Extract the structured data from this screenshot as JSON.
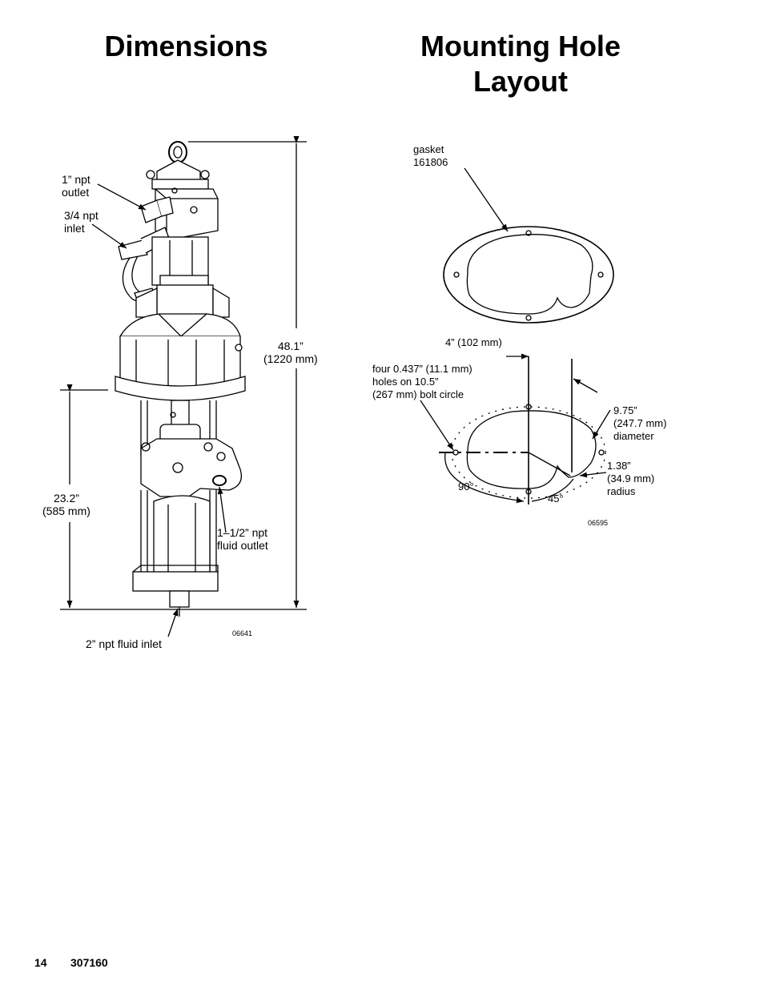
{
  "titles": {
    "dimensions": "Dimensions",
    "mounting_hole_layout": "Mounting Hole Layout"
  },
  "pump_figure": {
    "outlet_1in": "1” npt\noutlet",
    "inlet_3_4": "3/4 npt\ninlet",
    "height_total": "48.1”\n(1220 mm)",
    "height_lower": "23.2”\n(585 mm)",
    "fluid_outlet": "1–1/2” npt\nfluid outlet",
    "fluid_inlet": "2” npt fluid inlet",
    "figure_id": "06641"
  },
  "mounting_figure": {
    "gasket": "gasket\n161806",
    "offset_4in": "4” (102 mm)",
    "holes": "four 0.437” (11.1 mm)\nholes on 10.5”\n(267 mm) bolt circle",
    "diameter": "9.75”\n(247.7 mm)\ndiameter",
    "radius": "1.38”\n(34.9 mm)\nradius",
    "angle_90": "90°",
    "angle_45": "45°",
    "figure_id": "06595"
  },
  "footer": {
    "page_number": "14",
    "doc_number": "307160"
  }
}
